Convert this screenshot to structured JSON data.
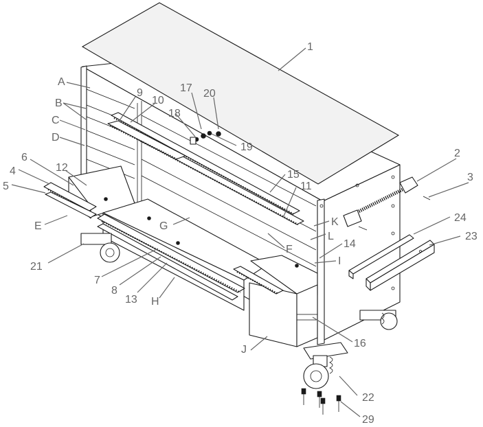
{
  "diagram": {
    "labels": [
      {
        "id": "l1",
        "text": "1"
      },
      {
        "id": "l2",
        "text": "2"
      },
      {
        "id": "l3",
        "text": "3"
      },
      {
        "id": "l4",
        "text": "4"
      },
      {
        "id": "l5",
        "text": "5"
      },
      {
        "id": "l6",
        "text": "6"
      },
      {
        "id": "l7",
        "text": "7"
      },
      {
        "id": "l8",
        "text": "8"
      },
      {
        "id": "l9",
        "text": "9"
      },
      {
        "id": "l10",
        "text": "10"
      },
      {
        "id": "l11",
        "text": "11"
      },
      {
        "id": "l12",
        "text": "12"
      },
      {
        "id": "l13",
        "text": "13"
      },
      {
        "id": "l14",
        "text": "14"
      },
      {
        "id": "l15",
        "text": "15"
      },
      {
        "id": "l16",
        "text": "16"
      },
      {
        "id": "l17",
        "text": "17"
      },
      {
        "id": "l18",
        "text": "18"
      },
      {
        "id": "l19",
        "text": "19"
      },
      {
        "id": "l20",
        "text": "20"
      },
      {
        "id": "l21",
        "text": "21"
      },
      {
        "id": "l22",
        "text": "22"
      },
      {
        "id": "l23",
        "text": "23"
      },
      {
        "id": "l24",
        "text": "24"
      },
      {
        "id": "l29",
        "text": "29"
      },
      {
        "id": "lA",
        "text": "A"
      },
      {
        "id": "lB",
        "text": "B"
      },
      {
        "id": "lC",
        "text": "C"
      },
      {
        "id": "lD",
        "text": "D"
      },
      {
        "id": "lE",
        "text": "E"
      },
      {
        "id": "lF",
        "text": "F"
      },
      {
        "id": "lG",
        "text": "G"
      },
      {
        "id": "lH",
        "text": "H"
      },
      {
        "id": "lI",
        "text": "I"
      },
      {
        "id": "lJ",
        "text": "J"
      },
      {
        "id": "lK",
        "text": "K"
      },
      {
        "id": "lL",
        "text": "L"
      }
    ]
  }
}
